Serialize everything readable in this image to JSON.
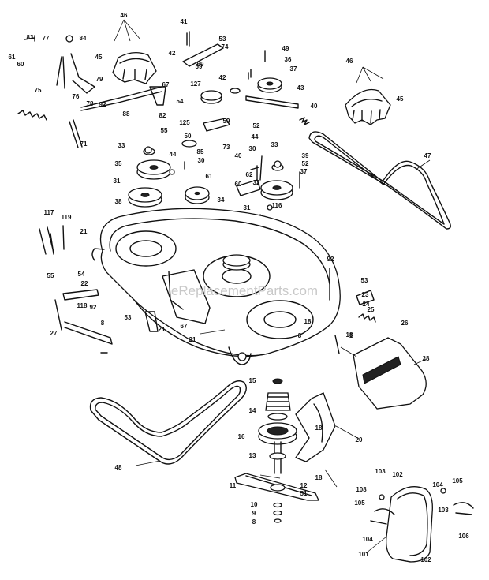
{
  "watermark": "eReplacementParts.com",
  "callouts": [
    "46",
    "41",
    "53",
    "74",
    "83",
    "77",
    "84",
    "45",
    "42",
    "49",
    "36",
    "61",
    "60",
    "59",
    "37",
    "75",
    "127",
    "79",
    "76",
    "78",
    "92",
    "43",
    "42",
    "69",
    "67",
    "82",
    "40",
    "88",
    "54",
    "52",
    "50",
    "125",
    "59",
    "71",
    "33",
    "55",
    "85",
    "73",
    "44",
    "40",
    "44",
    "33",
    "30",
    "39",
    "35",
    "30",
    "52",
    "61",
    "62",
    "60",
    "32",
    "37",
    "31",
    "38",
    "34",
    "31",
    "116",
    "117",
    "119",
    "21",
    "92",
    "55",
    "54",
    "22",
    "53",
    "118",
    "92",
    "23",
    "24",
    "25",
    "8",
    "53",
    "67",
    "21",
    "18",
    "26",
    "27",
    "8",
    "21",
    "1",
    "28",
    "18",
    "15",
    "14",
    "20",
    "18",
    "16",
    "48",
    "13",
    "11",
    "12",
    "51",
    "18",
    "108",
    "103",
    "102",
    "104",
    "105",
    "105",
    "10",
    "9",
    "8",
    "104",
    "103",
    "106",
    "101",
    "102",
    "46",
    "45",
    "47"
  ]
}
